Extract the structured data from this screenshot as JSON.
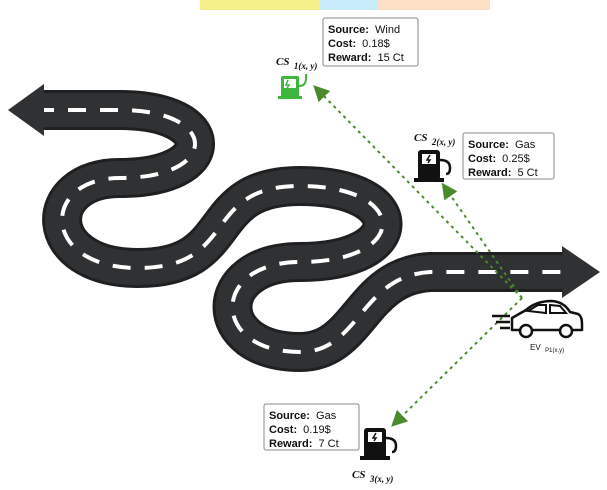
{
  "colors": {
    "road": "#2f3133",
    "road_edge": "#1f2022",
    "lane_dash": "#ffffff",
    "route_line": "#4a8a2a",
    "wind_station": "#3cb73c",
    "gas_station": "#111111",
    "strip_yellow": "#f6f08a",
    "strip_cyan": "#c7ecfa",
    "strip_orange": "#fde1c6",
    "box_border": "#888888"
  },
  "charging_stations": [
    {
      "id": "cs1",
      "label_main": "CS",
      "label_sub": "1(x, y)",
      "icon": "ev-charging-station-icon",
      "info": {
        "source_label": "Source:",
        "source_value": "Wind",
        "cost_label": "Cost:",
        "cost_value": "0.18$",
        "reward_label": "Reward:",
        "reward_value": "15 Ct"
      }
    },
    {
      "id": "cs2",
      "label_main": "CS",
      "label_sub": "2(x, y)",
      "icon": "gas-pump-icon",
      "info": {
        "source_label": "Source:",
        "source_value": "Gas",
        "cost_label": "Cost:",
        "cost_value": "0.25$",
        "reward_label": "Reward:",
        "reward_value": "5 Ct"
      }
    },
    {
      "id": "cs3",
      "label_main": "CS",
      "label_sub": "3(x, y)",
      "icon": "gas-pump-icon",
      "info": {
        "source_label": "Source:",
        "source_value": "Gas",
        "cost_label": "Cost:",
        "cost_value": "0.19$",
        "reward_label": "Reward:",
        "reward_value": "7 Ct"
      }
    }
  ],
  "vehicle": {
    "icon": "car-icon",
    "label_main": "EV",
    "label_sub": "P1(x,y)"
  }
}
